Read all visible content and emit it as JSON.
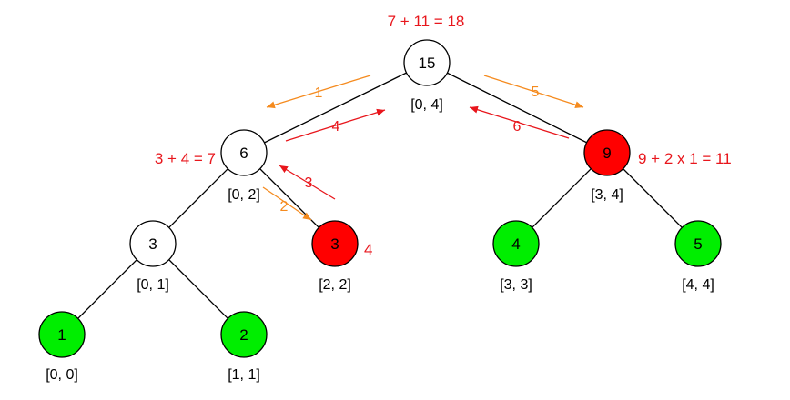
{
  "colors": {
    "edge": "#000000",
    "node_default": "#ffffff",
    "node_leaf": "#00ee00",
    "node_updated": "#ff0000",
    "annotation": "#e8161c",
    "step_down": "#f58b1f",
    "step_up": "#e8161c"
  },
  "nodes": [
    {
      "id": "n04",
      "value": "15",
      "range": "[0, 4]",
      "kind": "default"
    },
    {
      "id": "n02",
      "value": "6",
      "range": "[0, 2]",
      "kind": "default"
    },
    {
      "id": "n34",
      "value": "9",
      "range": "[3, 4]",
      "kind": "updated"
    },
    {
      "id": "n01",
      "value": "3",
      "range": "[0, 1]",
      "kind": "default"
    },
    {
      "id": "n22",
      "value": "3",
      "range": "[2, 2]",
      "kind": "updated"
    },
    {
      "id": "n33",
      "value": "4",
      "range": "[3, 3]",
      "kind": "leaf"
    },
    {
      "id": "n44",
      "value": "5",
      "range": "[4, 4]",
      "kind": "leaf"
    },
    {
      "id": "n00",
      "value": "1",
      "range": "[0, 0]",
      "kind": "leaf"
    },
    {
      "id": "n11",
      "value": "2",
      "range": "[1, 1]",
      "kind": "leaf"
    }
  ],
  "edges": [
    [
      "n04",
      "n02"
    ],
    [
      "n04",
      "n34"
    ],
    [
      "n02",
      "n01"
    ],
    [
      "n02",
      "n22"
    ],
    [
      "n34",
      "n33"
    ],
    [
      "n34",
      "n44"
    ],
    [
      "n01",
      "n00"
    ],
    [
      "n01",
      "n11"
    ]
  ],
  "annotations": [
    {
      "id": "root-formula",
      "text": "7 + 11 = 18"
    },
    {
      "id": "left-formula",
      "text": "3 + 4 = 7"
    },
    {
      "id": "right-formula",
      "text": "9 + 2 x 1 = 11"
    },
    {
      "id": "leaf-new-value",
      "text": "4"
    }
  ],
  "steps": [
    {
      "id": "step-1",
      "label": "1",
      "direction": "down"
    },
    {
      "id": "step-2",
      "label": "2",
      "direction": "down"
    },
    {
      "id": "step-3",
      "label": "3",
      "direction": "up"
    },
    {
      "id": "step-4",
      "label": "4",
      "direction": "up"
    },
    {
      "id": "step-5",
      "label": "5",
      "direction": "down"
    },
    {
      "id": "step-6",
      "label": "6",
      "direction": "up"
    }
  ]
}
